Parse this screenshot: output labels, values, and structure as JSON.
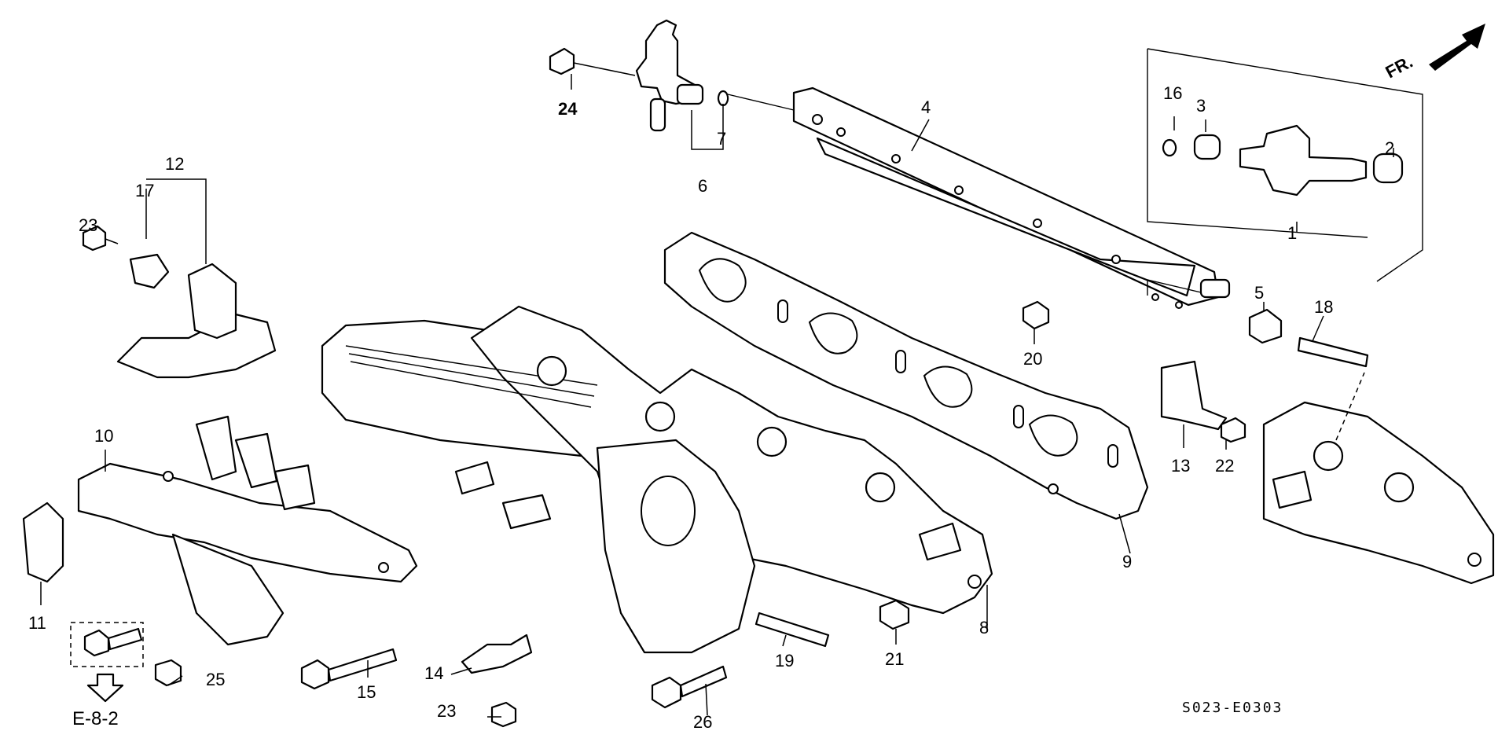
{
  "diagram": {
    "direction_label": "FR.",
    "reference_link": "E-8-2",
    "diagram_code": "S023-E0303",
    "callouts": [
      {
        "id": "1",
        "label": "1"
      },
      {
        "id": "2",
        "label": "2"
      },
      {
        "id": "3",
        "label": "3"
      },
      {
        "id": "4",
        "label": "4"
      },
      {
        "id": "5",
        "label": "5"
      },
      {
        "id": "6",
        "label": "6"
      },
      {
        "id": "7",
        "label": "7"
      },
      {
        "id": "8",
        "label": "8"
      },
      {
        "id": "9",
        "label": "9"
      },
      {
        "id": "10",
        "label": "10"
      },
      {
        "id": "11",
        "label": "11"
      },
      {
        "id": "12",
        "label": "12"
      },
      {
        "id": "13",
        "label": "13"
      },
      {
        "id": "14",
        "label": "14"
      },
      {
        "id": "15",
        "label": "15"
      },
      {
        "id": "16",
        "label": "16"
      },
      {
        "id": "17",
        "label": "17"
      },
      {
        "id": "18",
        "label": "18"
      },
      {
        "id": "19",
        "label": "19"
      },
      {
        "id": "20",
        "label": "20"
      },
      {
        "id": "21",
        "label": "21"
      },
      {
        "id": "22",
        "label": "22"
      },
      {
        "id": "23a",
        "label": "23"
      },
      {
        "id": "23b",
        "label": "23"
      },
      {
        "id": "24",
        "label": "24"
      },
      {
        "id": "25",
        "label": "25"
      },
      {
        "id": "26",
        "label": "26"
      }
    ]
  }
}
